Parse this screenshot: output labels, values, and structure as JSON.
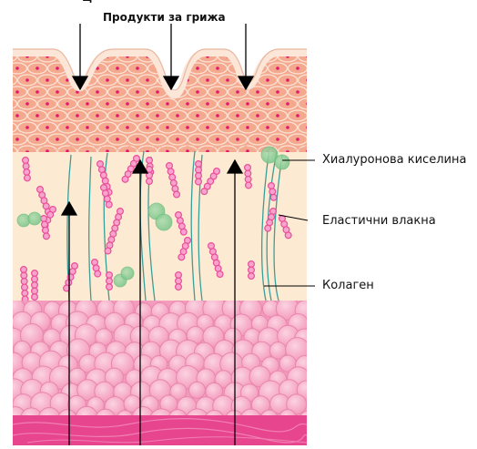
{
  "figure": {
    "title": "Продукти за грижа",
    "top_clipped_text": "Ц",
    "labels": {
      "hyaluronic_acid": "Хиалуронова киселина",
      "elastic_fibers": "Еластични влакна",
      "collagen": "Колаген"
    }
  },
  "colors": {
    "epidermis": "#f4a98f",
    "cell_border": "#fbe3d6",
    "nucleus": "#e0196e",
    "dermis": "#fcebd2",
    "collagen_bead": "#e84f9a",
    "elastic_fiber": "#3a9e9a",
    "hyaluronic": "#8fd19a",
    "fat_cell": "#f7aac6",
    "fat_edge": "#e886ad",
    "muscle": "#e8458f",
    "surface": "#fbe6d8"
  }
}
